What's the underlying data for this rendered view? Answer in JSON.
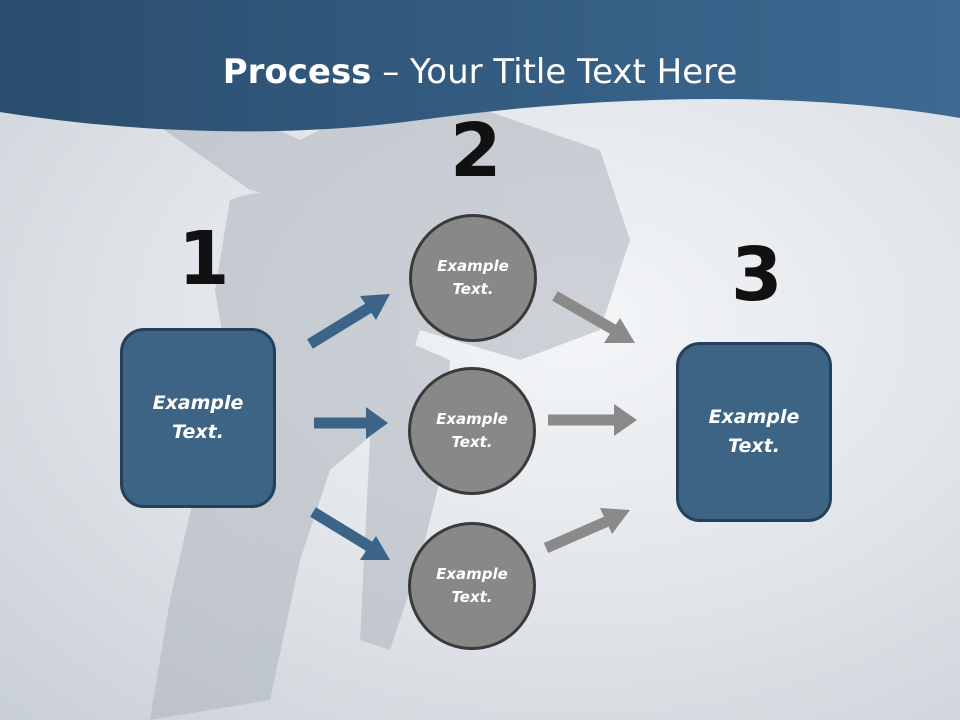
{
  "title": {
    "bold": "Process",
    "rest": " – Your Title Text Here"
  },
  "steps": [
    {
      "number": "1",
      "label": "Example\nText."
    },
    {
      "number": "2",
      "items": [
        "Example\nText.",
        "Example\nText.",
        "Example\nText."
      ]
    },
    {
      "number": "3",
      "label": "Example\nText."
    }
  ],
  "colors": {
    "header": "#2f5679",
    "box": "#3d6385",
    "circle": "#888888",
    "arrow_blue": "#3b6488",
    "arrow_gray": "#8a8a8a"
  }
}
